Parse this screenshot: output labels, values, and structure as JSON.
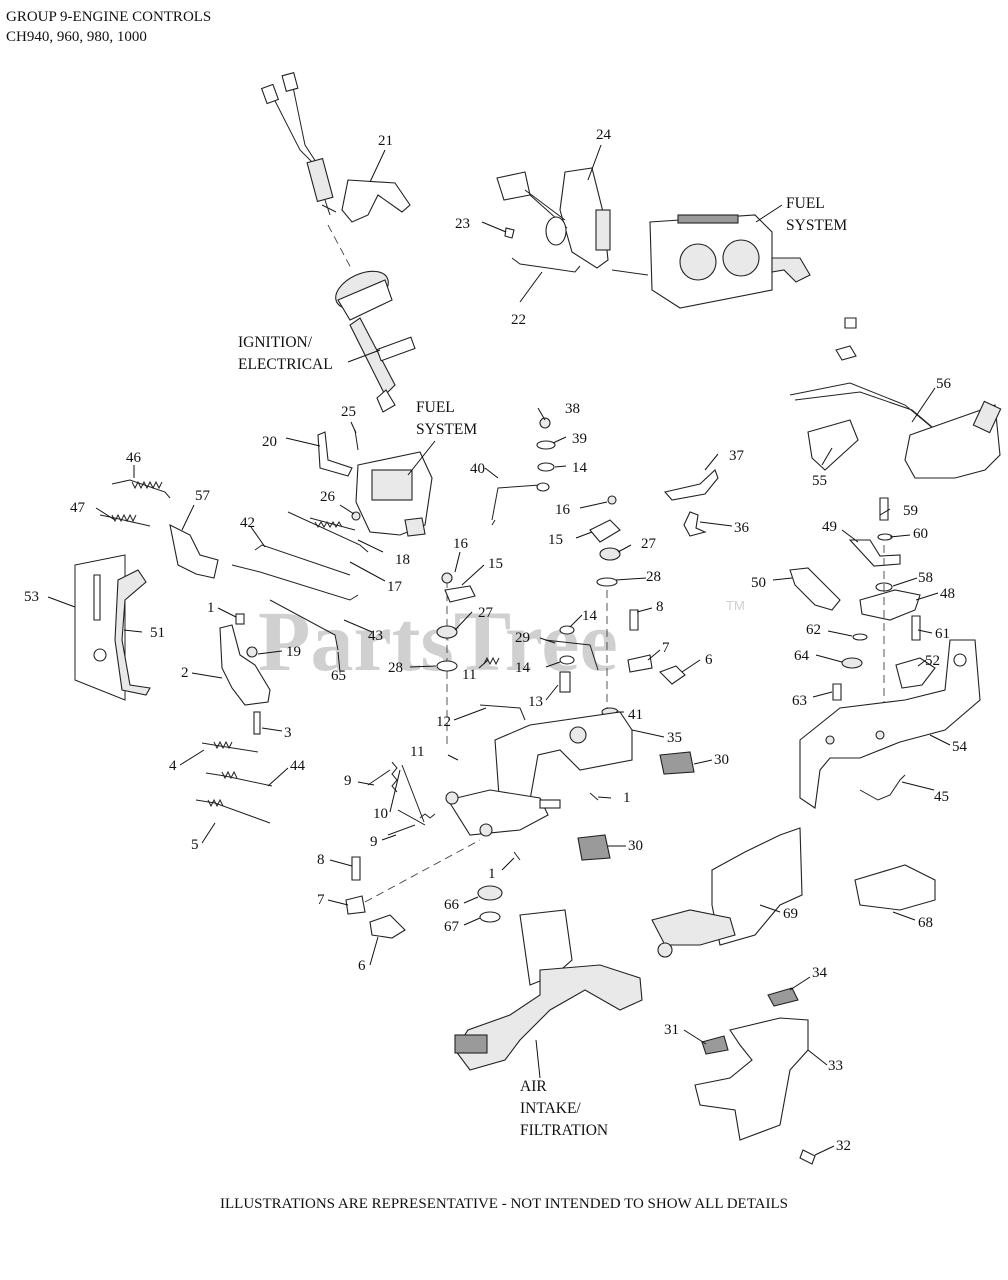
{
  "header": {
    "line1": "GROUP 9-ENGINE CONTROLS",
    "line2": "CH940, 960, 980, 1000"
  },
  "watermark": {
    "text": "PartsTree",
    "trademark": "TM"
  },
  "footer": "ILLUSTRATIONS ARE REPRESENTATIVE - NOT INTENDED TO SHOW ALL DETAILS",
  "groups": {
    "fuel_top": [
      "FUEL",
      "SYSTEM"
    ],
    "fuel_mid": [
      "FUEL",
      "SYSTEM"
    ],
    "ignition": [
      "IGNITION/",
      "ELECTRICAL"
    ],
    "air": [
      "AIR",
      "INTAKE/",
      "FILTRATION"
    ]
  },
  "callouts": [
    "21",
    "24",
    "23",
    "22",
    "56",
    "55",
    "25",
    "38",
    "20",
    "39",
    "46",
    "14",
    "40",
    "37",
    "26",
    "16",
    "47",
    "57",
    "15",
    "27",
    "36",
    "59",
    "49",
    "60",
    "42",
    "18",
    "16",
    "15",
    "28",
    "17",
    "53",
    "58",
    "50",
    "48",
    "14",
    "8",
    "1",
    "51",
    "27",
    "43",
    "62",
    "61",
    "29",
    "11",
    "7",
    "6",
    "64",
    "52",
    "19",
    "28",
    "65",
    "14",
    "2",
    "13",
    "63",
    "41",
    "12",
    "35",
    "54",
    "3",
    "30",
    "11",
    "45",
    "44",
    "4",
    "9",
    "1",
    "10",
    "9",
    "30",
    "5",
    "1",
    "8",
    "69",
    "7",
    "66",
    "67",
    "68",
    "6",
    "34",
    "31",
    "33",
    "32"
  ]
}
